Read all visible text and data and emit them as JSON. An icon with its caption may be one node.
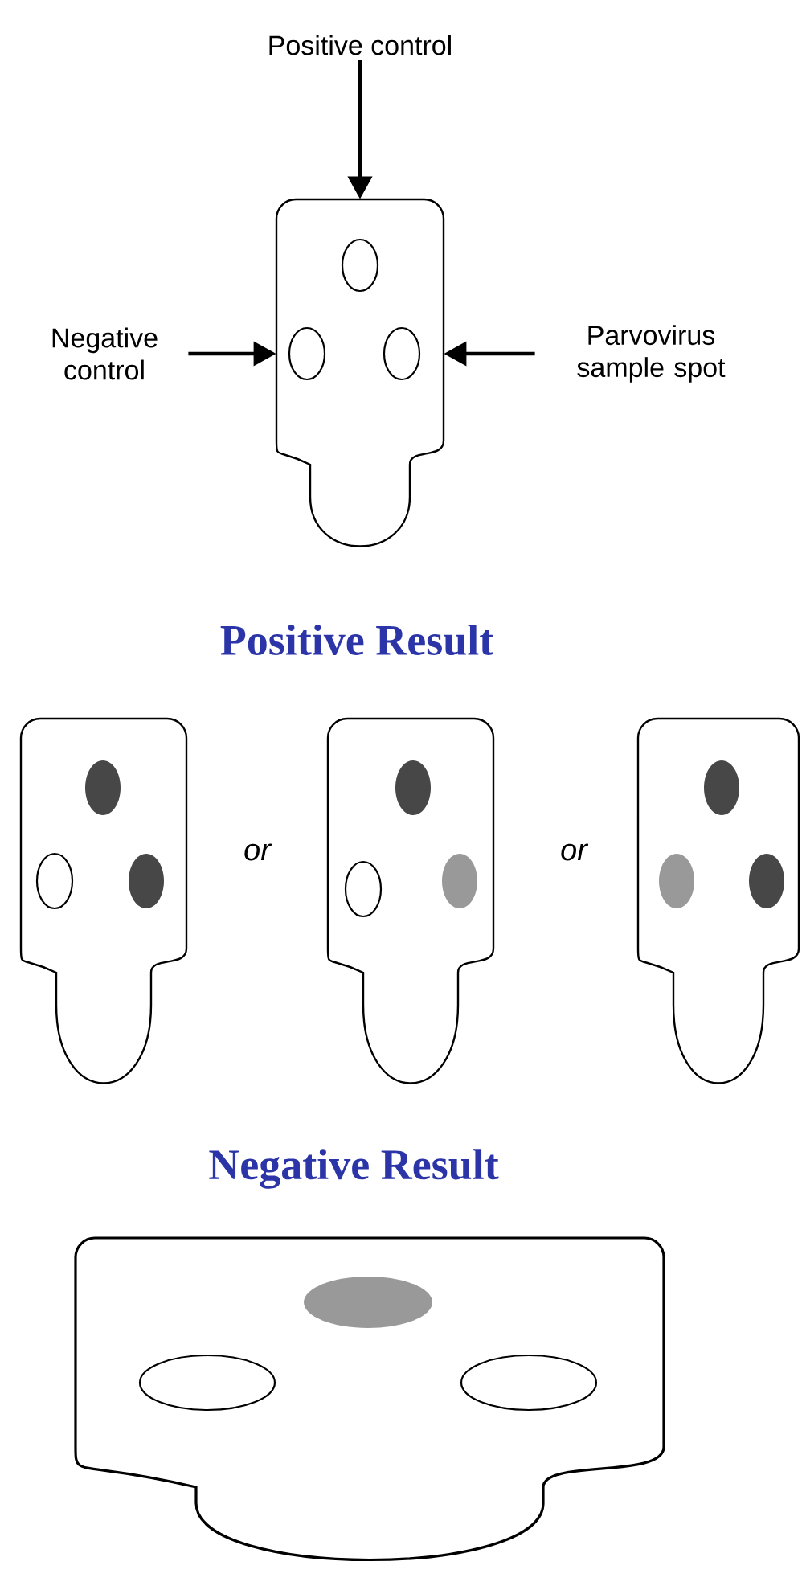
{
  "diagram": {
    "nodes": [
      {
        "text": [
          "Positive control"
        ]
      },
      {
        "text": [
          "Negative control"
        ]
      },
      {
        "text": [
          "Parvovirus sample spot"
        ]
      },
      {
        "text": [],
        "shape": "picture"
      }
    ],
    "edges": [
      {
        "from": 0,
        "to": 3,
        "arrow": "to"
      },
      {
        "from": 1,
        "to": 3,
        "arrow": "to"
      },
      {
        "from": 2,
        "to": 3,
        "arrow": "to"
      }
    ],
    "labels": [
      "Positive Result",
      "or",
      "or",
      "Negative Result"
    ]
  }
}
